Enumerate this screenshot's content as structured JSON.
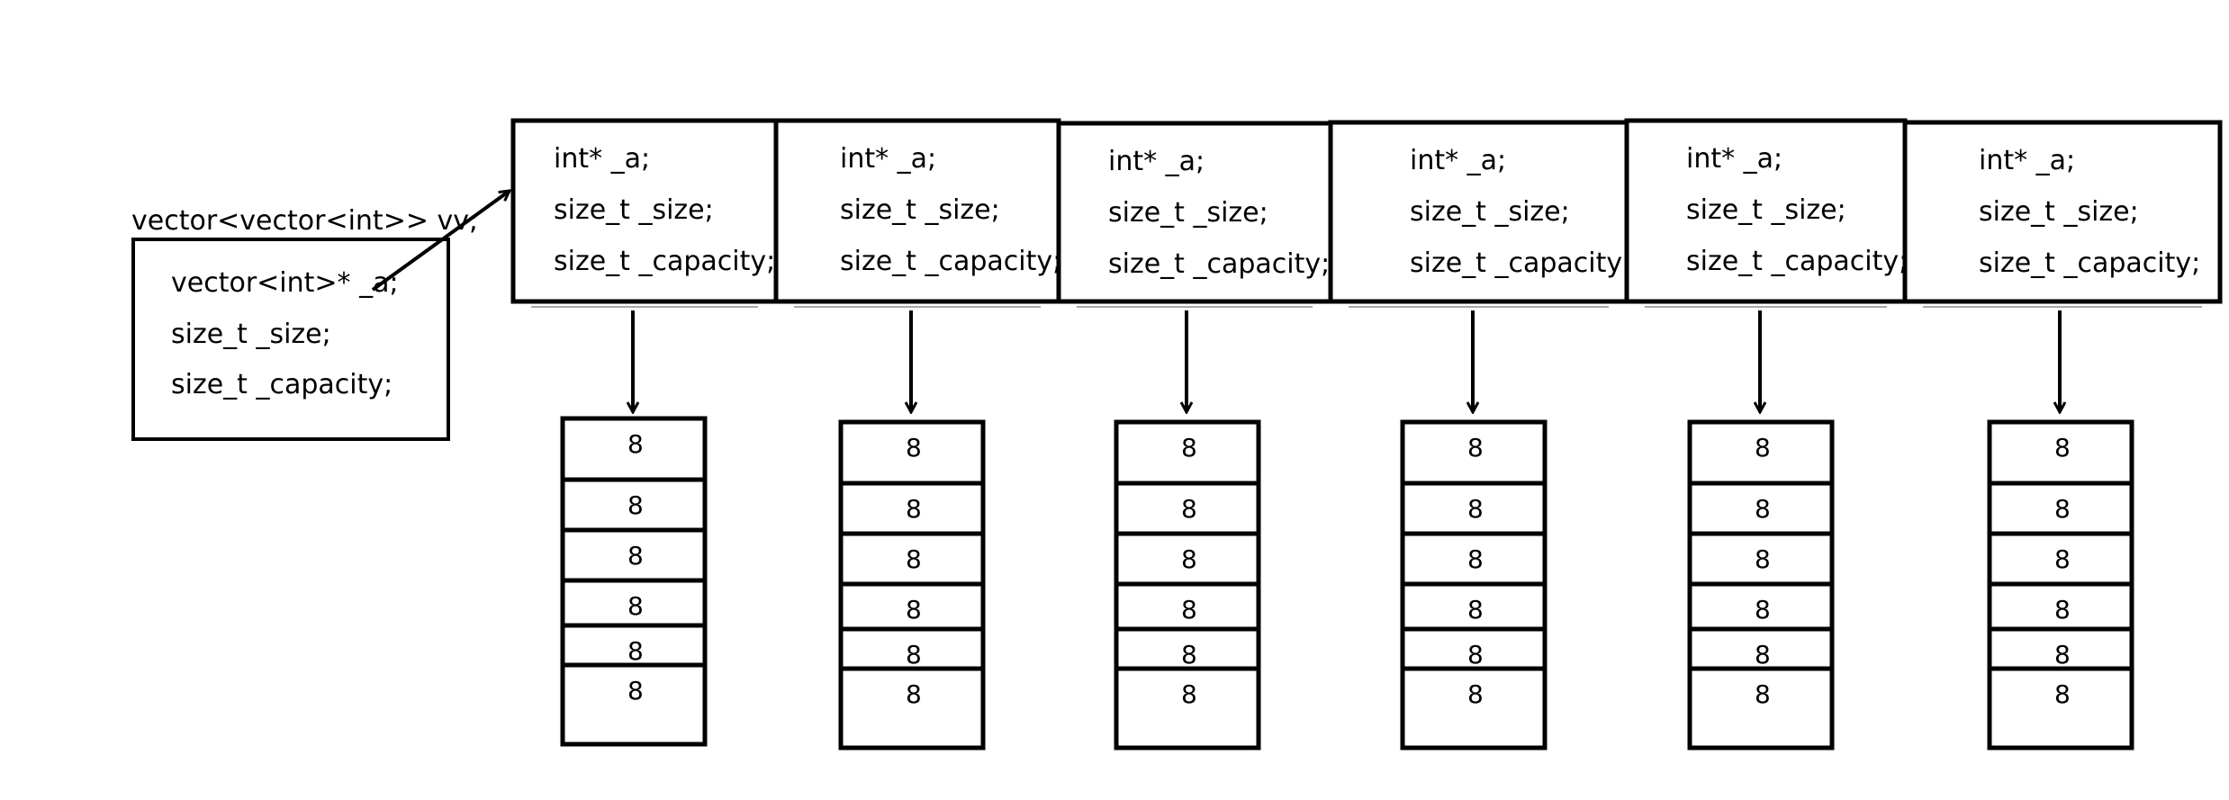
{
  "diagram": {
    "outer_label": "vector<vector<int>> vv;",
    "outer_fields": [
      "vector<int>* _a;",
      "size_t _size;",
      "size_t _capacity;"
    ],
    "inner_fields": [
      "int* _a;",
      "size_t _size;",
      "size_t _capacity;"
    ],
    "inner_vector_count": 6,
    "cells_per_column": 6,
    "cell_value": "8"
  }
}
